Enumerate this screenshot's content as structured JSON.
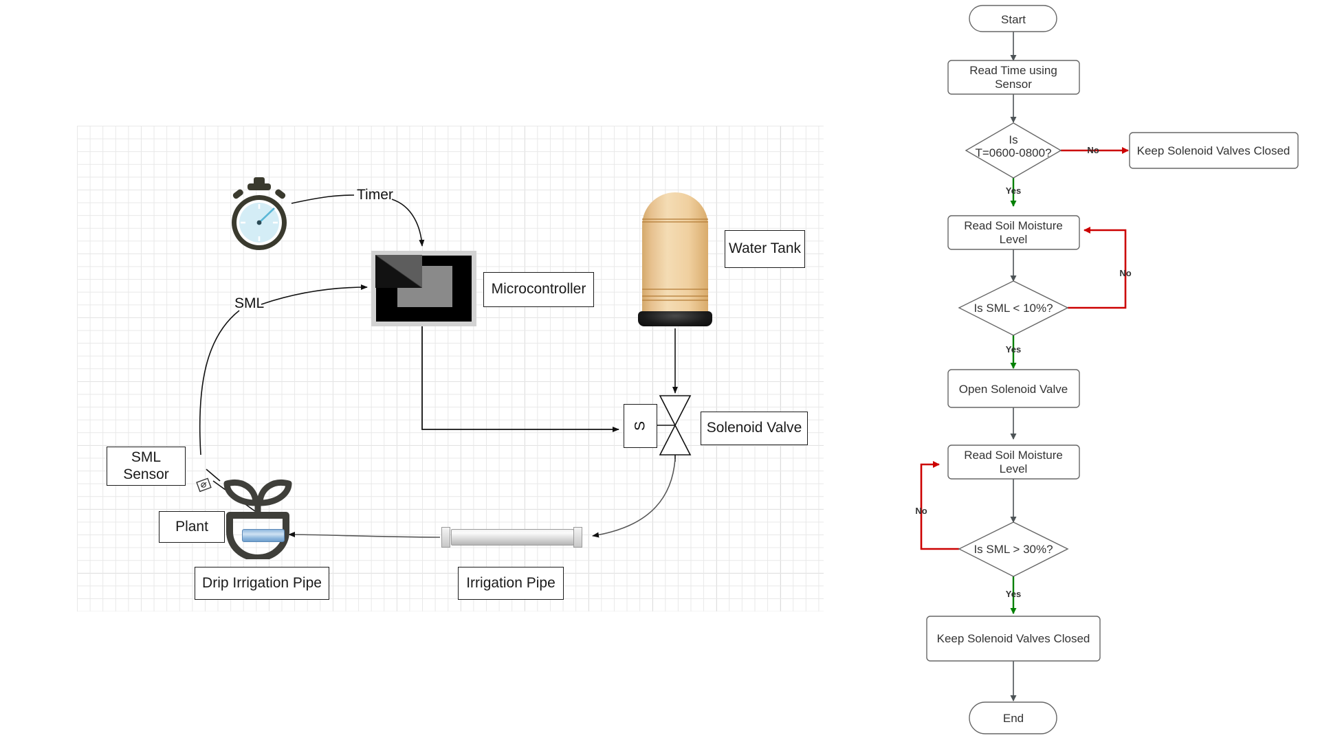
{
  "schematic": {
    "labels": [
      {
        "id": "microcontroller",
        "text": "Microcontroller"
      },
      {
        "id": "water-tank",
        "text": "Water Tank"
      },
      {
        "id": "solenoid-valve",
        "text": "Solenoid Valve"
      },
      {
        "id": "sml-sensor",
        "text": "SML Sensor"
      },
      {
        "id": "plant",
        "text": "Plant"
      },
      {
        "id": "drip-irrigation-pipe",
        "text": "Drip Irrigation Pipe"
      },
      {
        "id": "irrigation-pipe",
        "text": "Irrigation Pipe"
      }
    ],
    "signal_labels": [
      {
        "id": "timer",
        "text": "Timer"
      },
      {
        "id": "sml",
        "text": "SML"
      }
    ],
    "valve_symbol_text": "S",
    "icons": [
      {
        "id": "stopwatch-icon",
        "name": "stopwatch-icon"
      },
      {
        "id": "microcontroller-icon",
        "name": "microcontroller-icon"
      },
      {
        "id": "water-tank-icon",
        "name": "water-tank-icon"
      },
      {
        "id": "solenoid-valve-icon",
        "name": "solenoid-valve-icon"
      },
      {
        "id": "plant-icon",
        "name": "plant-icon"
      },
      {
        "id": "moisture-sensor-icon",
        "name": "moisture-sensor-icon"
      },
      {
        "id": "pipe-icon",
        "name": "pipe-icon"
      }
    ]
  },
  "flowchart": {
    "colors": {
      "yes": "#008000",
      "no": "#cc0000",
      "default_edge": "#4d5356",
      "node_border": "#666666",
      "node_fill": "#ffffff",
      "text": "#333333"
    },
    "nodes": [
      {
        "id": "start",
        "shape": "terminator",
        "text": "Start"
      },
      {
        "id": "read-time",
        "shape": "process",
        "line1": "Read Time using",
        "line2": "Sensor"
      },
      {
        "id": "is-time",
        "shape": "decision",
        "line1": "Is",
        "line2": "T=0600-0800?"
      },
      {
        "id": "keep-closed-1",
        "shape": "process",
        "text": "Keep Solenoid Valves Closed"
      },
      {
        "id": "read-sml-1",
        "shape": "process",
        "line1": "Read Soil Moisture",
        "line2": "Level"
      },
      {
        "id": "is-sml-lt-10",
        "shape": "decision",
        "text": "Is SML < 10%?"
      },
      {
        "id": "open-valve",
        "shape": "process",
        "text": "Open Solenoid Valve"
      },
      {
        "id": "read-sml-2",
        "shape": "process",
        "line1": "Read Soil Moisture",
        "line2": "Level"
      },
      {
        "id": "is-sml-gt-30",
        "shape": "decision",
        "text": "Is SML > 30%?"
      },
      {
        "id": "keep-closed-2",
        "shape": "process",
        "text": "Keep Solenoid Valves Closed"
      },
      {
        "id": "end",
        "shape": "terminator",
        "text": "End"
      }
    ],
    "edge_labels": {
      "is_time_no": "No",
      "is_time_yes": "Yes",
      "sml_lt_10_no": "No",
      "sml_lt_10_yes": "Yes",
      "sml_gt_30_no": "No",
      "sml_gt_30_yes": "Yes"
    }
  }
}
